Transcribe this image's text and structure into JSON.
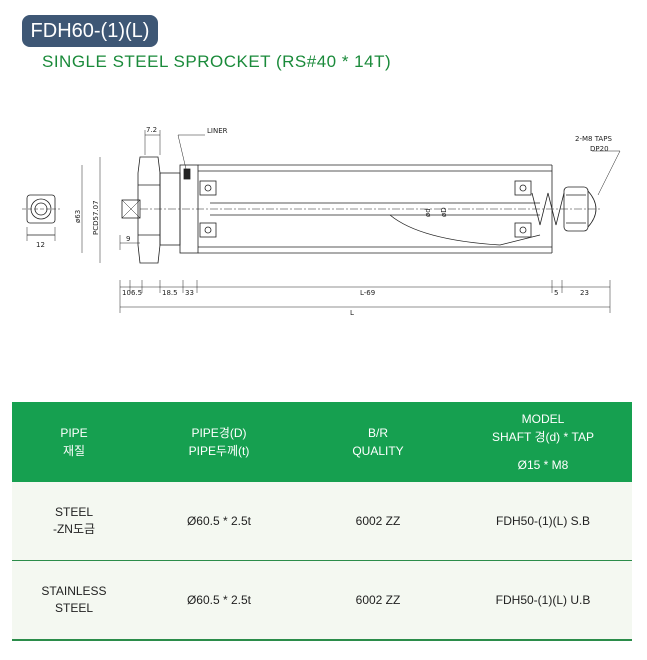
{
  "header": {
    "model_badge": "FDH60-(1)(L)",
    "subtitle": "SINGLE STEEL SPROCKET (RS#40 * 14T)"
  },
  "drawing": {
    "labels": {
      "dim_72": "7.2",
      "liner": "LINER",
      "taps": "2-M8 TAPS",
      "depth": "DP20",
      "dia_63": "ø63",
      "pcd": "PCD57.07",
      "dim_12": "12",
      "dim_9": "9",
      "bottom_10": "10",
      "bottom_65": "6.5",
      "bottom_185": "18.5",
      "bottom_33": "33",
      "l_69": "L-69",
      "bottom_5": "5",
      "bottom_23": "23",
      "total_l": "L",
      "dia_d": "ød",
      "dia_d2": "øD"
    }
  },
  "table": {
    "headers": [
      [
        "PIPE",
        "재질"
      ],
      [
        "PIPE경(D)",
        "PIPE두께(t)"
      ],
      [
        "B/R",
        "QUALITY"
      ],
      [
        "MODEL",
        "SHAFT 경(d) * TAP",
        "",
        "Ø15 * M8"
      ]
    ],
    "rows": [
      {
        "material": [
          "STEEL",
          "-ZN도금"
        ],
        "pipe": "Ø60.5 * 2.5t",
        "quality": "6002 ZZ",
        "model": "FDH50-(1)(L) S.B"
      },
      {
        "material": [
          "STAINLESS",
          "STEEL"
        ],
        "pipe": "Ø60.5 * 2.5t",
        "quality": "6002 ZZ",
        "model": "FDH50-(1)(L) U.B"
      }
    ]
  }
}
